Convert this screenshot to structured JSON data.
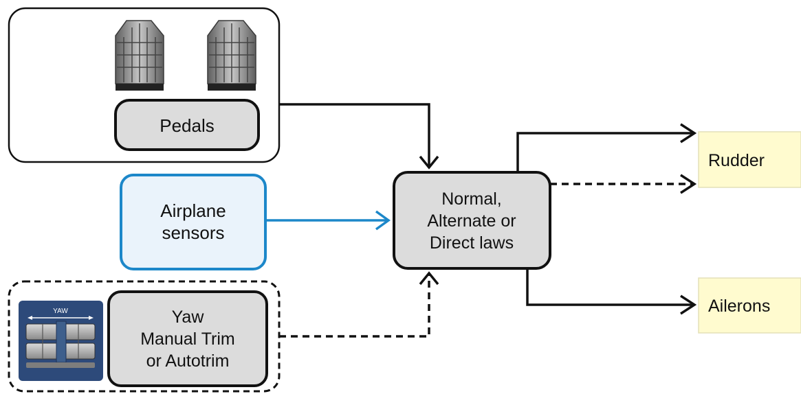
{
  "pedals": {
    "label": "Pedals"
  },
  "sensors": {
    "line1": "Airplane",
    "line2": "sensors"
  },
  "trim": {
    "panel_label": "YAW",
    "line1": "Yaw",
    "line2": "Manual Trim",
    "line3": "or Autotrim"
  },
  "laws": {
    "line1": "Normal,",
    "line2": "Alternate or",
    "line3": "Direct laws"
  },
  "outputs": {
    "rudder": "Rudder",
    "ailerons": "Ailerons"
  },
  "colors": {
    "black": "#111111",
    "box_fill": "#dcdcdc",
    "sensor_blue": "#1c87c9",
    "sensor_fill": "#eaf3fb",
    "output_fill": "#fffbcf",
    "output_border": "#e3e0b8",
    "panel_blue": "#2d4a7a"
  },
  "icons": [
    "pedal-icon",
    "trim-panel-icon"
  ]
}
